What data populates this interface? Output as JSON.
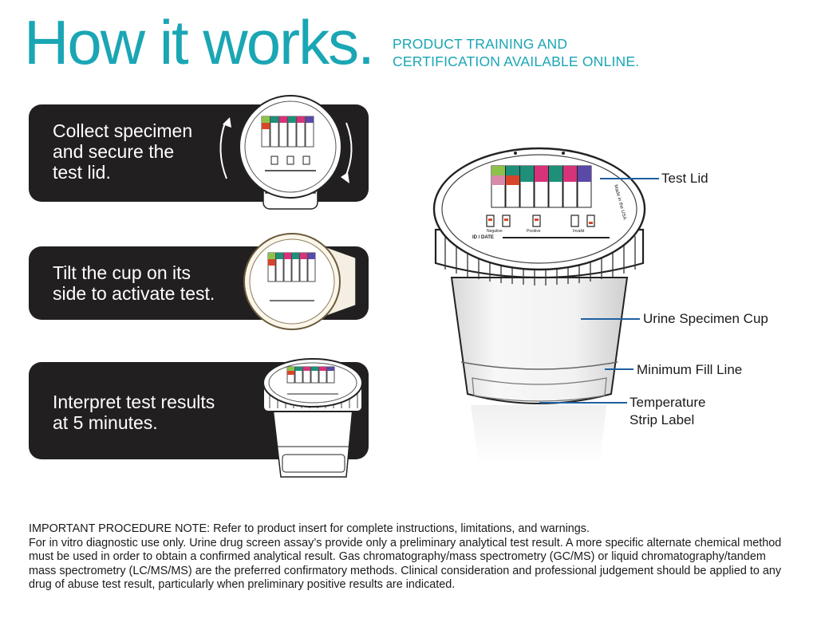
{
  "header": {
    "title": "How it works.",
    "subtitle_line1": "PRODUCT TRAINING AND",
    "subtitle_line2": "CERTIFICATION AVAILABLE ONLINE."
  },
  "steps": [
    {
      "text": "Collect specimen\nand secure the\ntest lid."
    },
    {
      "text": "Tilt the cup on its\nside to activate test."
    },
    {
      "text": "Interpret test results\nat 5 minutes."
    }
  ],
  "cup_labels": {
    "test_lid": "Test Lid",
    "urine_cup": "Urine Specimen Cup",
    "fill_line": "Minimum Fill Line",
    "temperature": "Temperature\nStrip Label"
  },
  "lid_markings": {
    "id_date": "ID / DATE",
    "negative": "Negative",
    "positive": "Positive",
    "invalid": "Invalid",
    "made_in": "Made in the USA"
  },
  "colors": {
    "accent": "#1aa6b4",
    "panel": "#221f20",
    "leader": "#1e5fa0",
    "strip_magenta": "#d6337a",
    "strip_teal": "#1f8f7a",
    "strip_purple": "#5a4aa8",
    "strip_green": "#8cc24a",
    "strip_red": "#d9452a"
  },
  "note": {
    "line1": "IMPORTANT PROCEDURE NOTE: Refer to product insert for complete instructions, limitations, and warnings.",
    "body": "For in vitro diagnostic use only. Urine drug screen assay’s provide only a preliminary analytical test result. A more specific alternate chemical method must be used in order to obtain a confirmed analytical result. Gas chromatography/mass spectrometry (GC/MS) or liquid chromatography/tandem mass spectrometry (LC/MS/MS) are the preferred confirmatory methods. Clinical consideration and professional judgement should be applied to any drug of abuse test result, particularly when preliminary positive results are indicated."
  }
}
